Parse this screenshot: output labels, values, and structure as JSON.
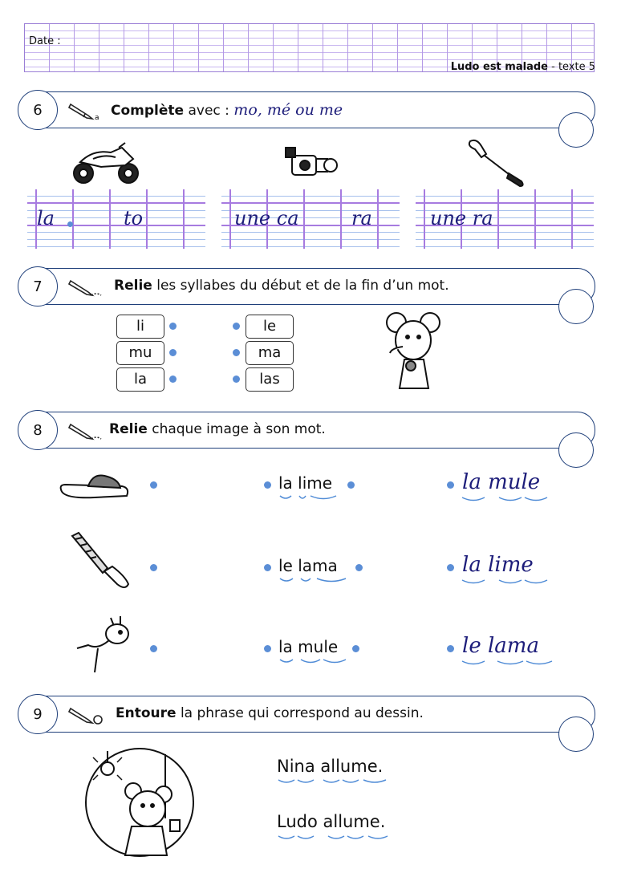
{
  "header": {
    "date_label": "Date :",
    "story_title": "Ludo est malade",
    "story_sep": " - ",
    "story_part": "texte 5"
  },
  "ex6": {
    "number": "6",
    "verb": "Complète",
    "rest": " avec : ",
    "syllables": "mo,  mé  ou me",
    "items": [
      {
        "a": "la",
        "b": "to",
        "icon": "motorcycle-icon"
      },
      {
        "a": "une ca",
        "b": "ra",
        "icon": "camera-icon"
      },
      {
        "a": "une ra",
        "b": "",
        "icon": "paddle-icon"
      }
    ]
  },
  "ex7": {
    "number": "7",
    "verb": "Relie",
    "rest": " les syllabes du début et de la fin d’un mot.",
    "left": [
      "li",
      "mu",
      "la"
    ],
    "right": [
      "le",
      "ma",
      "las"
    ]
  },
  "ex8": {
    "number": "8",
    "verb": "Relie",
    "rest": " chaque image à son mot.",
    "print_words": [
      "la lime",
      "le lama",
      "la mule"
    ],
    "cursive_words": [
      "la mule",
      "la lime",
      "le lama"
    ]
  },
  "ex9": {
    "number": "9",
    "verb": "Entoure",
    "rest": " la phrase qui correspond au dessin.",
    "sentences": [
      "Nina allume.",
      "Ludo allume."
    ]
  }
}
